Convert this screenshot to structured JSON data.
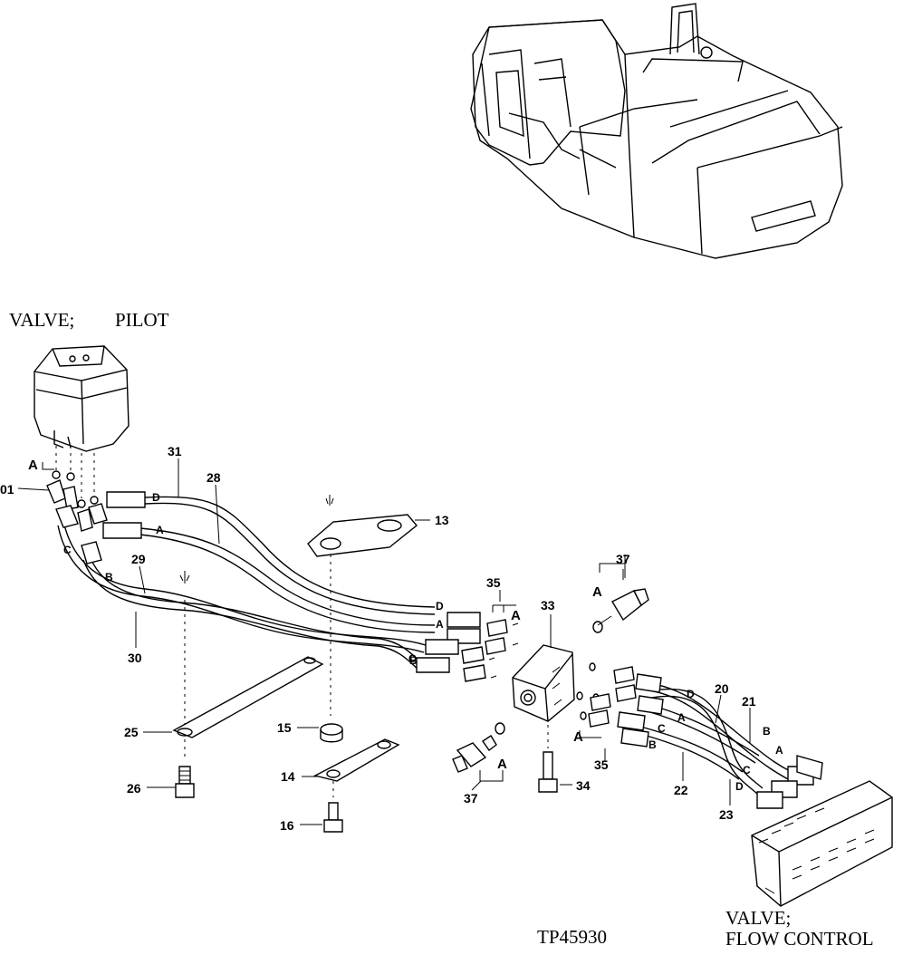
{
  "captions": {
    "pilot_line1": "VALVE;",
    "pilot_line2": "PILOT",
    "flow_line1": "VALVE;",
    "flow_line2": "FLOW CONTROL",
    "drawing_no": "TP45930"
  },
  "callouts": {
    "c01": "01",
    "c13": "13",
    "c14": "14",
    "c15": "15",
    "c16": "16",
    "c20": "20",
    "c21": "21",
    "c22": "22",
    "c23": "23",
    "c25": "25",
    "c26": "26",
    "c28": "28",
    "c29": "29",
    "c30": "30",
    "c31": "31",
    "c33": "33",
    "c34": "34",
    "c35a": "35",
    "c35b": "35",
    "c37a": "37",
    "c37b": "37"
  },
  "port_letters": {
    "a": "A",
    "b": "B",
    "c": "C",
    "d": "D"
  },
  "icons": [
    "excavator-illustration",
    "pilot-valve-drawing",
    "flow-control-valve-drawing",
    "manifold-block-drawing",
    "pressure-switch-drawing"
  ]
}
